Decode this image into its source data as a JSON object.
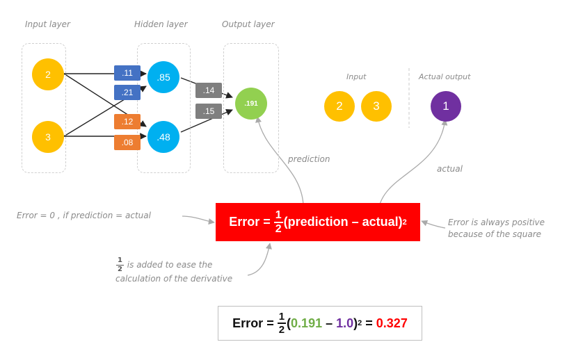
{
  "layers": {
    "input_label": "Input layer",
    "hidden_label": "Hidden layer",
    "output_label": "Output layer"
  },
  "nodes": {
    "input_top": "2",
    "input_bottom": "3",
    "hidden_top": ".85",
    "hidden_bottom": ".48",
    "output": ".191"
  },
  "weights": {
    "w1": ".11",
    "w2": ".21",
    "w3": ".12",
    "w4": ".08",
    "w5": ".14",
    "w6": ".15"
  },
  "sample": {
    "input_label": "Input",
    "input_values": [
      "2",
      "3"
    ],
    "actual_label": "Actual output",
    "actual_value": "1"
  },
  "annotations": {
    "prediction": "prediction",
    "actual": "actual",
    "error_zero": "Error = 0 , if prediction = actual",
    "always_positive_1": "Error is always positive",
    "always_positive_2": "because of the square",
    "half_num": "1",
    "half_den": "2",
    "half_text_1": "is added to ease the",
    "half_text_2": "calculation of the derivative"
  },
  "formula": {
    "lhs": "Error =",
    "num": "1",
    "den": "2",
    "body": "(prediction – actual)",
    "exp": "2"
  },
  "calculation": {
    "lhs": "Error =",
    "num": "1",
    "den": "2",
    "open": "(",
    "prediction": "0.191",
    "minus": " – ",
    "actual": "1.0",
    "close": ")",
    "exp": "2",
    "equals": " = ",
    "result": "0.327"
  },
  "colors": {
    "input": "#ffc000",
    "hidden": "#00b0f0",
    "output": "#92d050",
    "actual": "#7030a0",
    "weight_blue": "#4472c4",
    "weight_orange": "#ed7d31",
    "weight_gray": "#7f7f7f",
    "error_red": "#ff0000"
  }
}
